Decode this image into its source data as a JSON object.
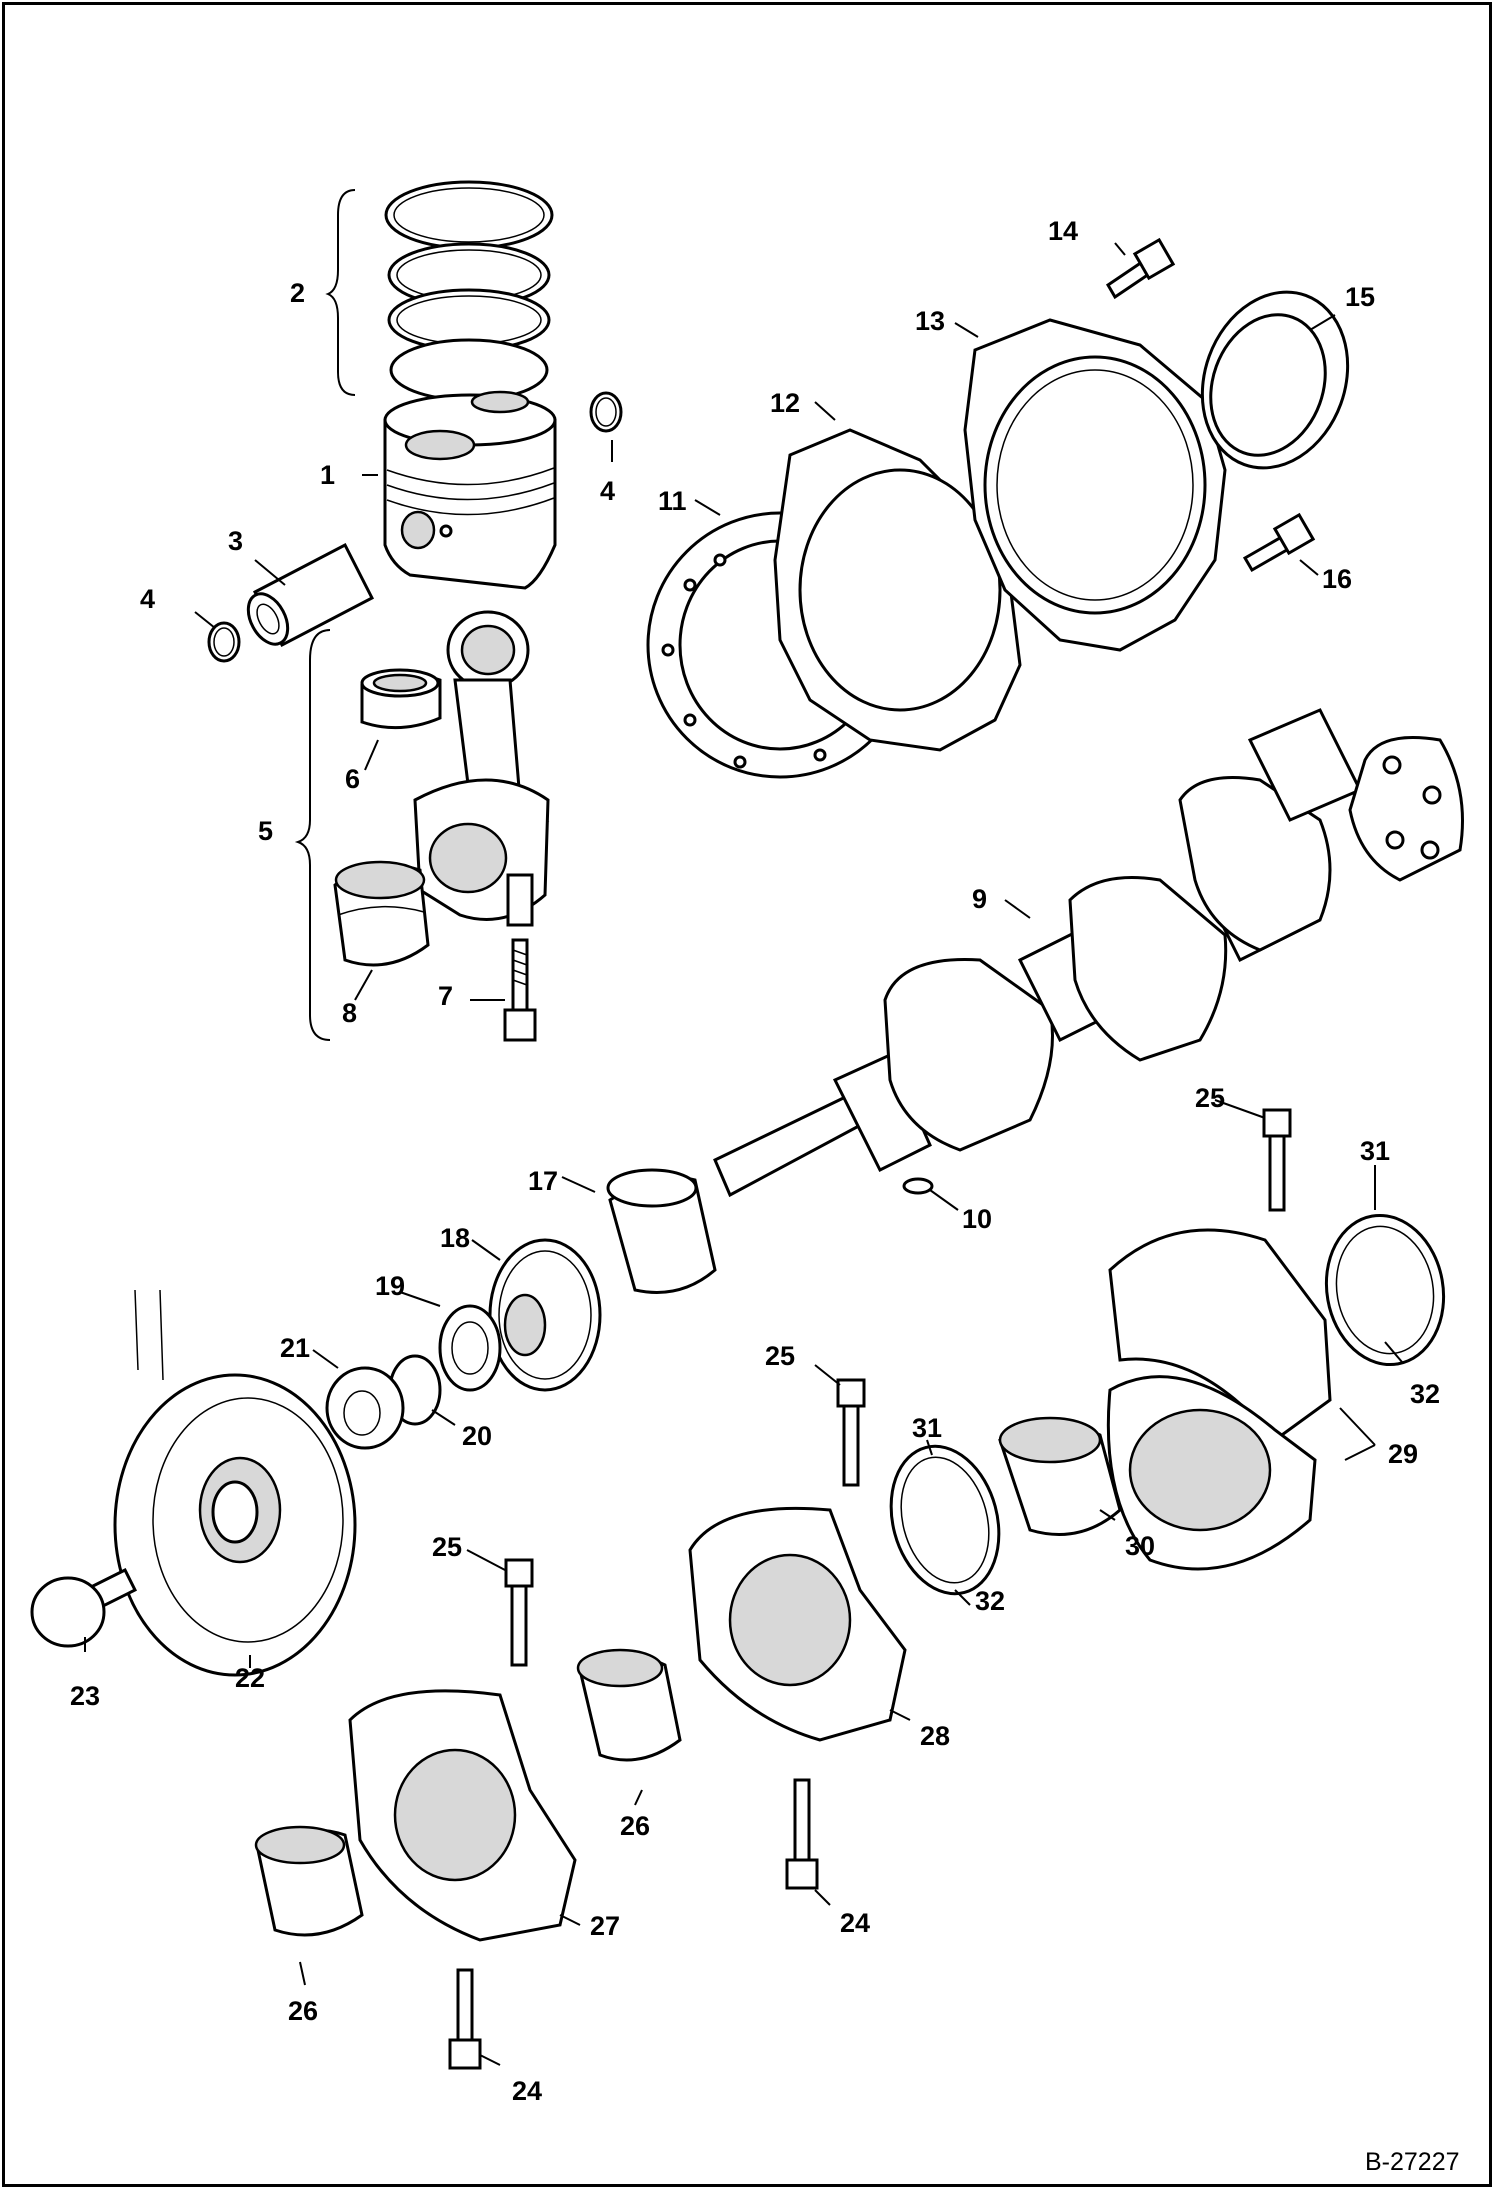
{
  "figure_ref": "B-27227",
  "callouts": [
    {
      "id": "c2",
      "label": "2"
    },
    {
      "id": "c1",
      "label": "1"
    },
    {
      "id": "c4a",
      "label": "4"
    },
    {
      "id": "c3",
      "label": "3"
    },
    {
      "id": "c4b",
      "label": "4"
    },
    {
      "id": "c6",
      "label": "6"
    },
    {
      "id": "c5",
      "label": "5"
    },
    {
      "id": "c8",
      "label": "8"
    },
    {
      "id": "c7",
      "label": "7"
    },
    {
      "id": "c14",
      "label": "14"
    },
    {
      "id": "c13",
      "label": "13"
    },
    {
      "id": "c15",
      "label": "15"
    },
    {
      "id": "c12",
      "label": "12"
    },
    {
      "id": "c11",
      "label": "11"
    },
    {
      "id": "c16",
      "label": "16"
    },
    {
      "id": "c9",
      "label": "9"
    },
    {
      "id": "c25a",
      "label": "25"
    },
    {
      "id": "c31a",
      "label": "31"
    },
    {
      "id": "c17",
      "label": "17"
    },
    {
      "id": "c10",
      "label": "10"
    },
    {
      "id": "c18",
      "label": "18"
    },
    {
      "id": "c19",
      "label": "19"
    },
    {
      "id": "c21",
      "label": "21"
    },
    {
      "id": "c20",
      "label": "20"
    },
    {
      "id": "c32a",
      "label": "32"
    },
    {
      "id": "c25b",
      "label": "25"
    },
    {
      "id": "c31b",
      "label": "31"
    },
    {
      "id": "c29",
      "label": "29"
    },
    {
      "id": "c30",
      "label": "30"
    },
    {
      "id": "c25c",
      "label": "25"
    },
    {
      "id": "c32b",
      "label": "32"
    },
    {
      "id": "c23",
      "label": "23"
    },
    {
      "id": "c22",
      "label": "22"
    },
    {
      "id": "c28",
      "label": "28"
    },
    {
      "id": "c26a",
      "label": "26"
    },
    {
      "id": "c24a",
      "label": "24"
    },
    {
      "id": "c27",
      "label": "27"
    },
    {
      "id": "c26b",
      "label": "26"
    },
    {
      "id": "c24b",
      "label": "24"
    }
  ]
}
